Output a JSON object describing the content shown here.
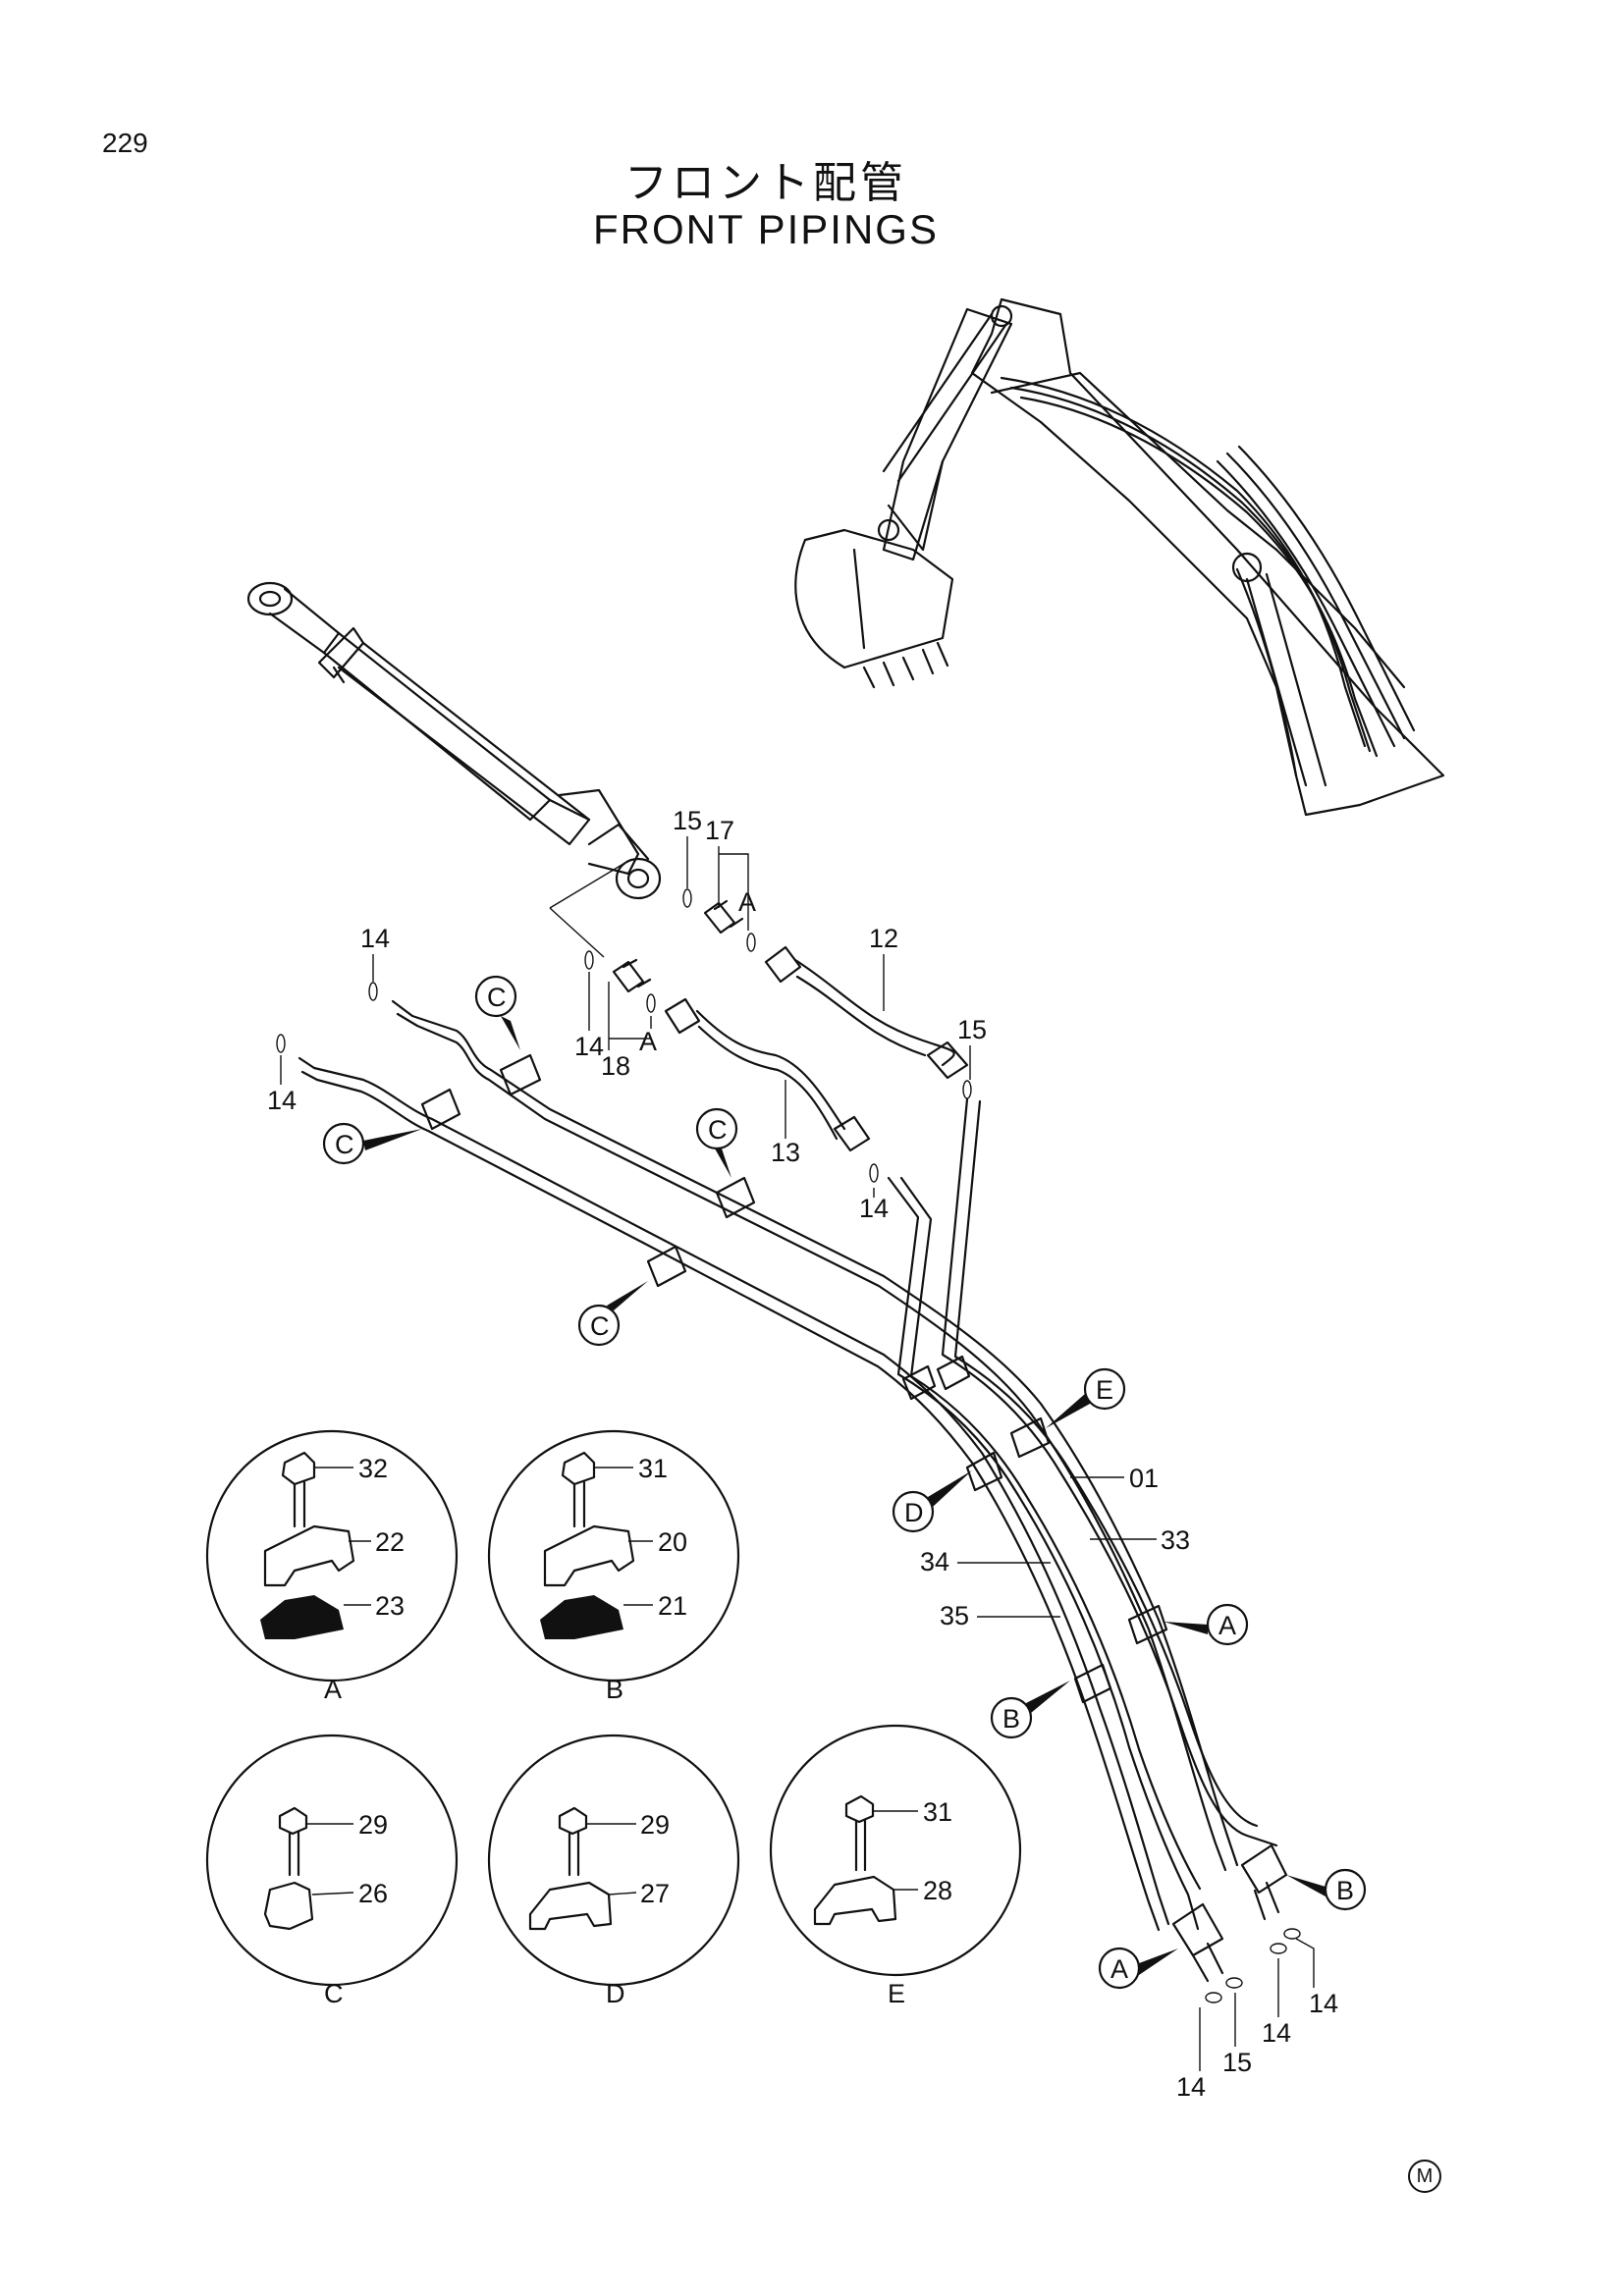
{
  "page_number": "229",
  "title_jp": "フロント配管",
  "title_en": "FRONT PIPINGS",
  "mark": "M",
  "part_labels": {
    "p01": "01",
    "p12": "12",
    "p13": "13",
    "p14a": "14",
    "p14b": "14",
    "p14c": "14",
    "p14d": "14",
    "p14e": "14",
    "p14f": "14",
    "p14g": "14",
    "p15a": "15",
    "p15b": "15",
    "p15c": "15",
    "p17": "17",
    "p18": "18",
    "p33": "33",
    "p34": "34",
    "p35": "35",
    "pA1": "A",
    "pA2": "A"
  },
  "callouts": {
    "c1": "C",
    "c2": "C",
    "c3": "C",
    "c4": "C",
    "e1": "E",
    "d1": "D",
    "a1": "A",
    "b1": "B",
    "b2": "B",
    "a2": "A"
  },
  "details": [
    {
      "letter": "A",
      "bolt": "32",
      "upper": "22",
      "lower": "23"
    },
    {
      "letter": "B",
      "bolt": "31",
      "upper": "20",
      "lower": "21"
    },
    {
      "letter": "C",
      "bolt": "29",
      "clamp": "26"
    },
    {
      "letter": "D",
      "bolt": "29",
      "clamp": "27"
    },
    {
      "letter": "E",
      "bolt": "31",
      "clamp": "28"
    }
  ]
}
